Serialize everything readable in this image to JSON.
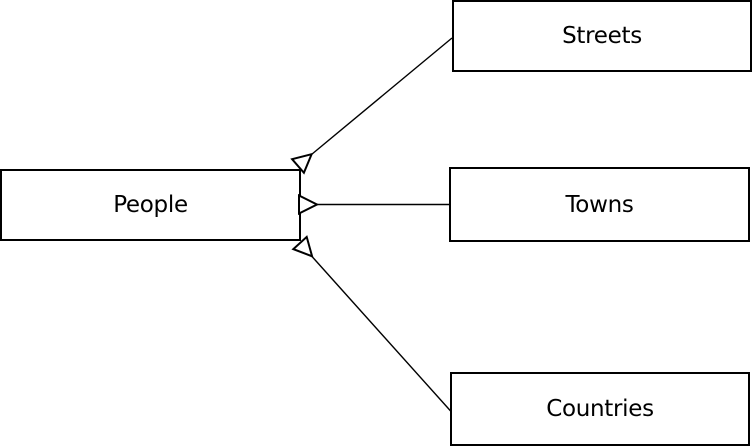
{
  "diagram": {
    "kind": "generalization-hierarchy",
    "background": "#ffffff",
    "colors": {
      "node_fill": "#ffffff",
      "stroke": "#000000",
      "text": "#000000"
    },
    "nodes": [
      {
        "id": "people",
        "label": "People"
      },
      {
        "id": "streets",
        "label": "Streets"
      },
      {
        "id": "towns",
        "label": "Towns"
      },
      {
        "id": "countries",
        "label": "Countries"
      }
    ],
    "edges": [
      {
        "from": "streets",
        "to": "people",
        "arrowhead": "hollow-triangle",
        "arrowhead_at": "people"
      },
      {
        "from": "towns",
        "to": "people",
        "arrowhead": "hollow-triangle",
        "arrowhead_at": "people"
      },
      {
        "from": "countries",
        "to": "people",
        "arrowhead": "hollow-triangle",
        "arrowhead_at": "people"
      }
    ]
  }
}
